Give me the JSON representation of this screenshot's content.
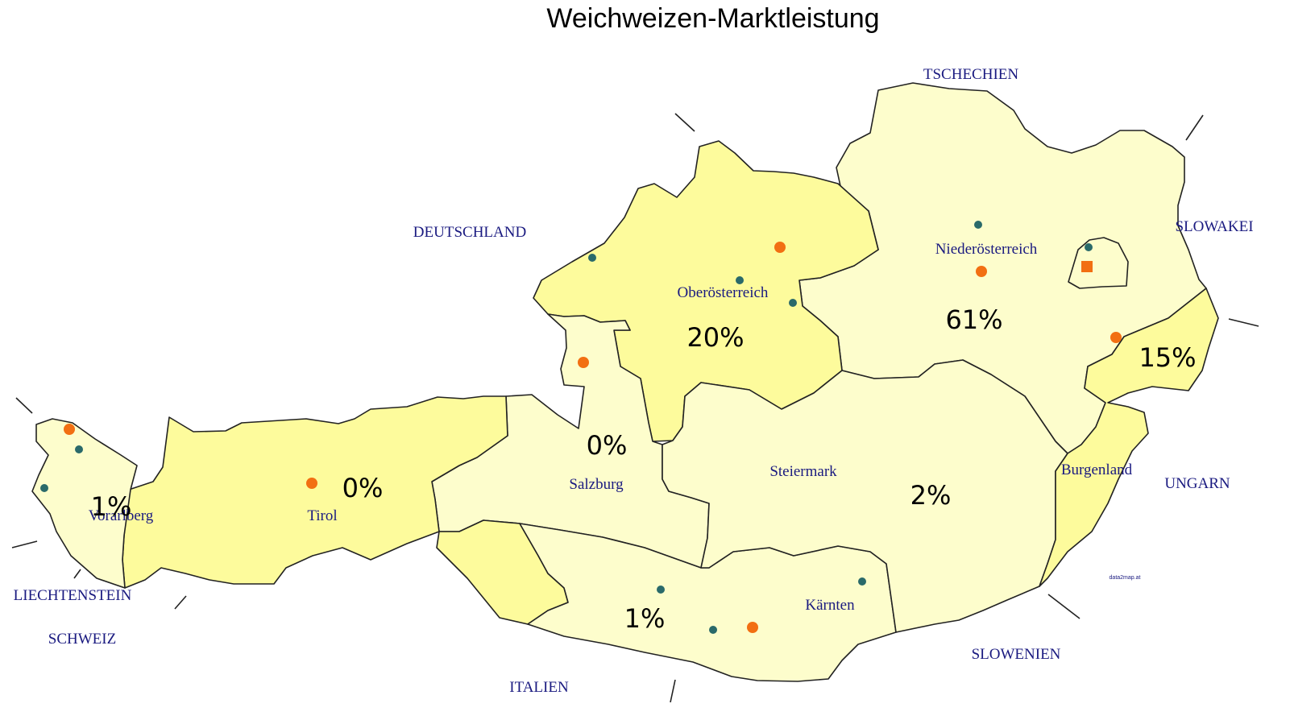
{
  "title": "Weichweizen-Marktleistung",
  "colors": {
    "light": "#fdfdcc",
    "medium": "#fdfb9c",
    "marker_orange": "#f26f12",
    "marker_teal": "#2a6a6a",
    "label_text": "#1a1a80"
  },
  "neighbors": {
    "tschechien": "TSCHECHIEN",
    "deutschland": "DEUTSCHLAND",
    "slowakei": "SLOWAKEI",
    "ungarn": "UNGARN",
    "slowenien": "SLOWENIEN",
    "italien": "ITALIEN",
    "schweiz": "SCHWEIZ",
    "liechtenstein": "LIECHTENSTEIN"
  },
  "regions": {
    "vorarlberg": {
      "name": "Vorarlberg",
      "share": "1%"
    },
    "tirol": {
      "name": "Tirol",
      "share": "0%"
    },
    "salzburg": {
      "name": "Salzburg",
      "share": "0%"
    },
    "oberoesterreich": {
      "name": "Oberösterreich",
      "share": "20%"
    },
    "niederoesterreich": {
      "name": "Niederösterreich",
      "share": "61%"
    },
    "burgenland": {
      "name": "Burgenland",
      "share": "15%"
    },
    "steiermark": {
      "name": "Steiermark",
      "share": "2%"
    },
    "kaernten": {
      "name": "Kärnten",
      "share": "1%"
    }
  },
  "watermark": "data2map.at"
}
